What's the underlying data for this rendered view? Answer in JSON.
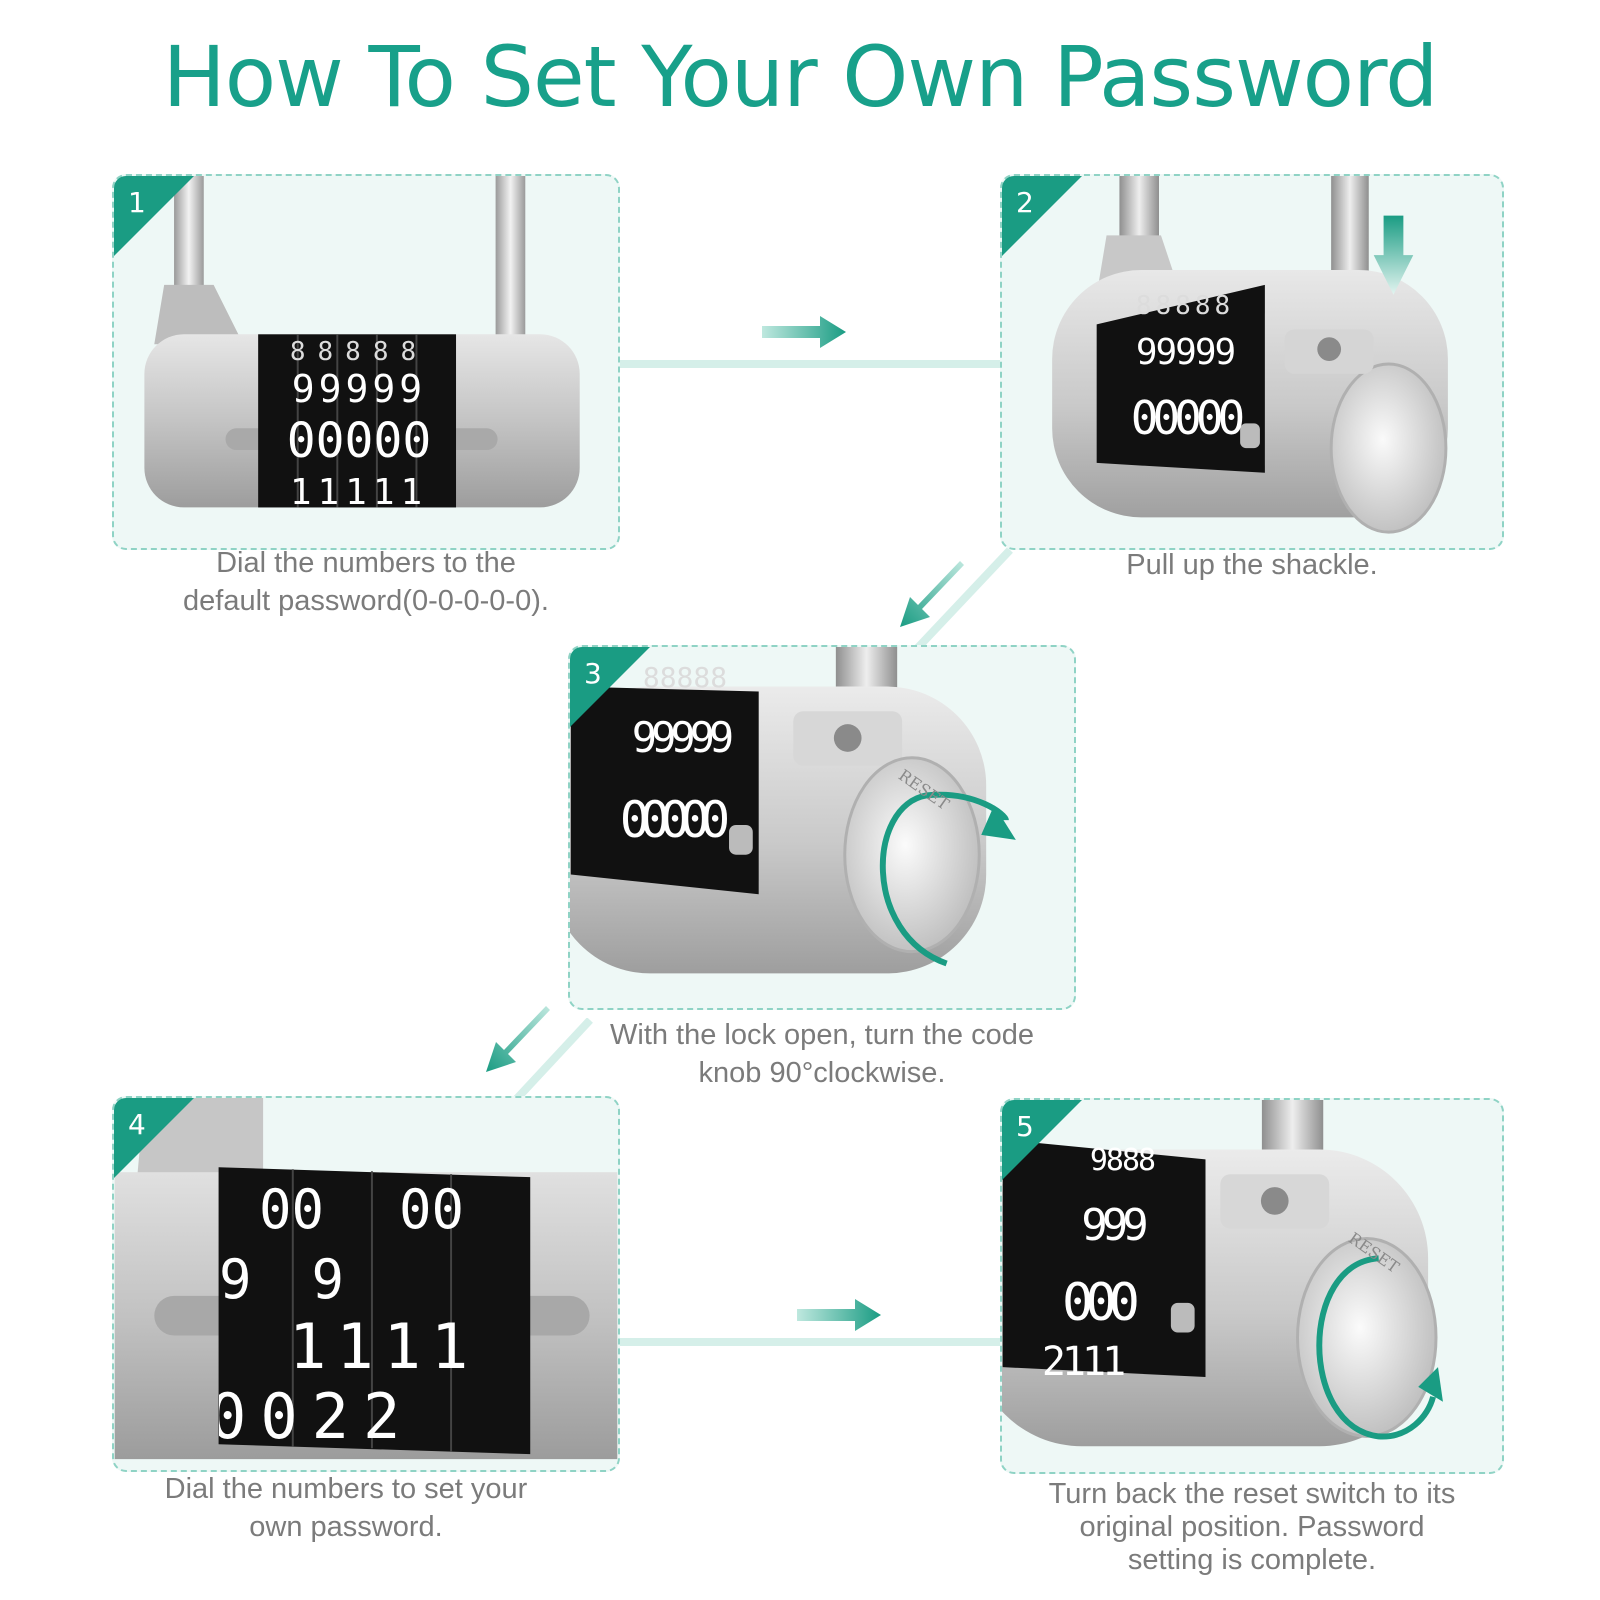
{
  "title": "How To Set Your Own Password",
  "accent_color": "#18a08a",
  "steps": [
    {
      "number": "1",
      "caption_lines": [
        "Dial the numbers to the",
        "default password(0-0-0-0-0)."
      ],
      "dial_rows": [
        "88888",
        "99999",
        "00000",
        "11111"
      ]
    },
    {
      "number": "2",
      "caption_lines": [
        "Pull up the shackle."
      ],
      "dial_rows": [
        "88888",
        "99999",
        "00000"
      ],
      "icon": "up-arrow-icon"
    },
    {
      "number": "3",
      "caption_lines": [
        "With the lock open, turn the code",
        "knob 90°clockwise."
      ],
      "dial_rows": [
        "88888",
        "99999",
        "00000"
      ],
      "reset_label": "RESET",
      "icon": "clockwise-arrow-icon"
    },
    {
      "number": "4",
      "caption_lines": [
        "Dial the numbers to set your",
        "own password."
      ],
      "dial_rows": [
        "00",
        "99",
        "1111",
        "0022"
      ]
    },
    {
      "number": "5",
      "caption_lines": [
        "Turn back the reset switch to its",
        "original position. Password",
        "setting is complete."
      ],
      "dial_rows": [
        "9888",
        "999",
        "000",
        "2111"
      ],
      "reset_label": "RESET",
      "icon": "counterclockwise-arrow-icon"
    }
  ]
}
